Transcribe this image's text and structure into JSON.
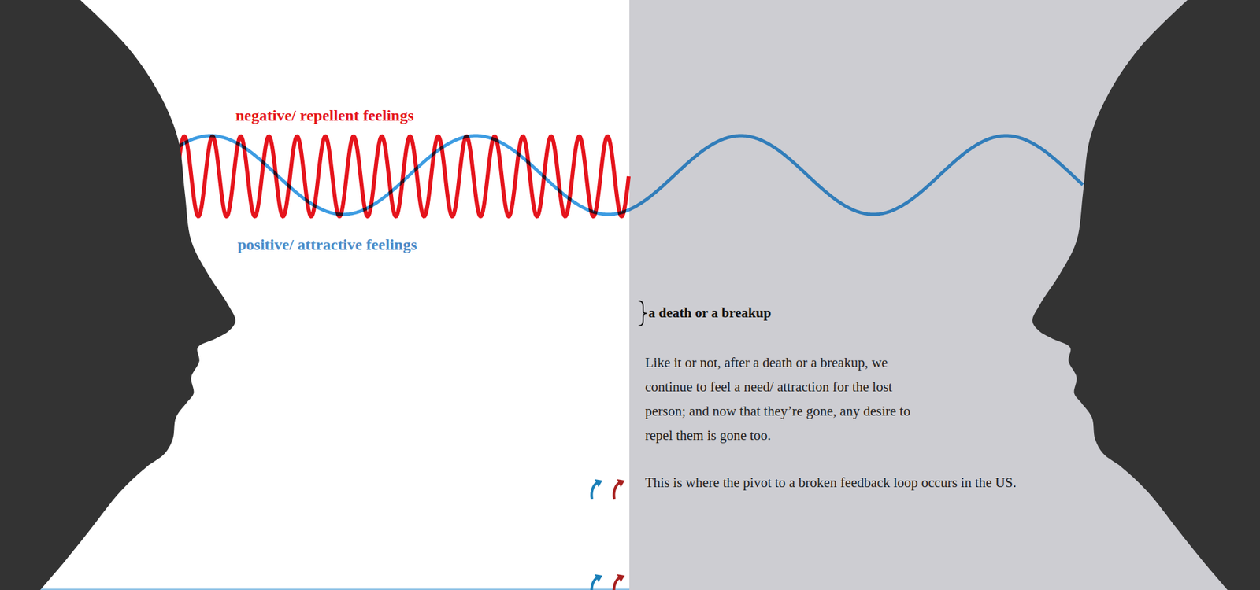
{
  "diagram": {
    "labels": [
      "negative/ repellent feelings",
      "positive/ attractive feelings",
      "a death or a breakup",
      "Like it or not, after a death or a breakup, we continue to feel a need/ attraction for the lost person; and now that they’re gone, any desire to repel them is gone too.",
      "This is where the pivot to a broken feedback loop occurs in the US."
    ]
  }
}
